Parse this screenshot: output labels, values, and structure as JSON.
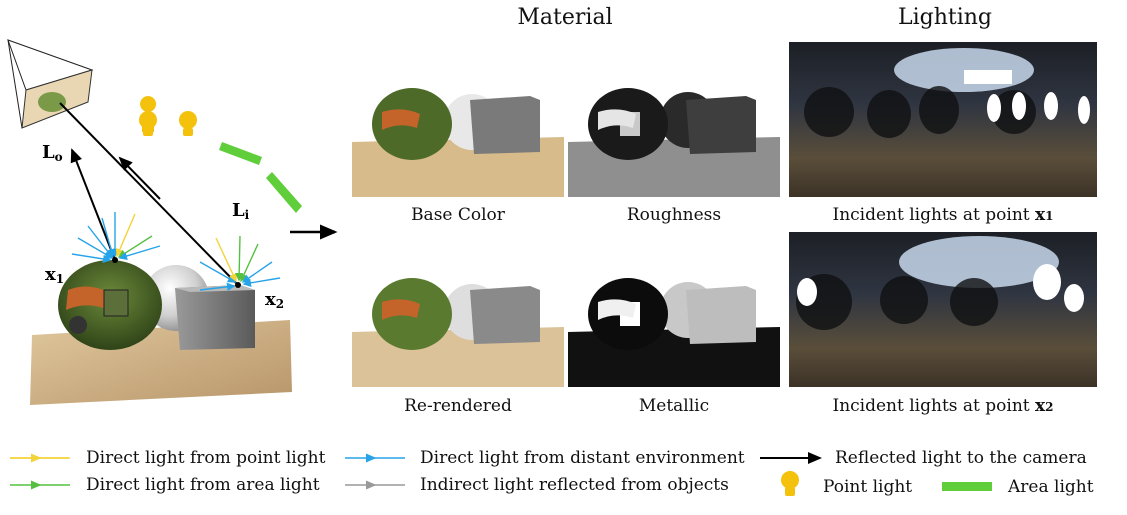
{
  "headers": {
    "material": "Material",
    "lighting": "Lighting"
  },
  "left_labels": {
    "lo_main": "L",
    "lo_sub": "o",
    "li_main": "L",
    "li_sub": "i",
    "x1_main": "x",
    "x1_sub": "1",
    "x2_main": "x",
    "x2_sub": "2"
  },
  "captions": {
    "base_color": "Base Color",
    "roughness": "Roughness",
    "incident_x1_prefix": "Incident lights at point ",
    "incident_x1_var": "x",
    "incident_x1_sub": "1",
    "re_rendered": "Re-rendered",
    "metallic": "Metallic",
    "incident_x2_prefix": "Incident lights at point ",
    "incident_x2_var": "x",
    "incident_x2_sub": "2"
  },
  "legend": [
    {
      "label": "Direct light from point light",
      "kind": "arrow",
      "color": "#f2d33a"
    },
    {
      "label": "Direct light from area light",
      "kind": "arrow",
      "color": "#55c040"
    },
    {
      "label": "Direct light from distant environment",
      "kind": "arrow",
      "color": "#27a4e8"
    },
    {
      "label": "Indirect light reflected from objects",
      "kind": "arrow",
      "color": "#999999"
    },
    {
      "label": "Reflected light to the camera",
      "kind": "arrow",
      "color": "#000000"
    },
    {
      "label": "Point light",
      "kind": "bulb-icon",
      "color": "#f4c20d"
    },
    {
      "label": "Area light",
      "kind": "bar",
      "color": "#5fce3a"
    }
  ],
  "colors": {
    "point_light": "#f4c20d",
    "area_light": "#5fce3a",
    "environment": "#27a4e8",
    "indirect": "#999999",
    "camera_ray": "#000000"
  }
}
